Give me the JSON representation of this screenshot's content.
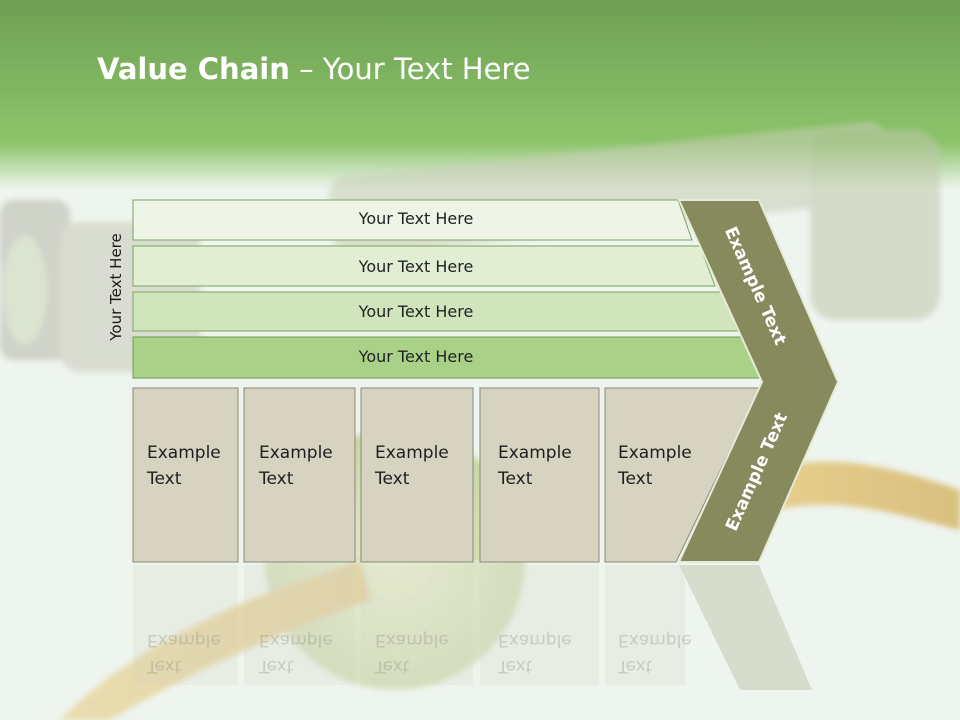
{
  "slide": {
    "title_bold": "Value Chain",
    "title_rest": " – Your Text Here",
    "side_label": "Your Text Here"
  },
  "bars": [
    {
      "label": "Your Text Here"
    },
    {
      "label": "Your Text Here"
    },
    {
      "label": "Your Text Here"
    },
    {
      "label": "Your Text Here"
    }
  ],
  "boxes": [
    {
      "label_line1": "Example",
      "label_line2": "Text"
    },
    {
      "label_line1": "Example",
      "label_line2": "Text"
    },
    {
      "label_line1": "Example",
      "label_line2": "Text"
    },
    {
      "label_line1": "Example",
      "label_line2": "Text"
    },
    {
      "label_line1": "Example",
      "label_line2": "Text"
    }
  ],
  "chevron": {
    "top_label": "Example Text",
    "bottom_label": "Example Text"
  },
  "colors": {
    "header_green": "#7fb85e",
    "chevron": "#868a5c",
    "box_fill": "#d6d3c0"
  }
}
